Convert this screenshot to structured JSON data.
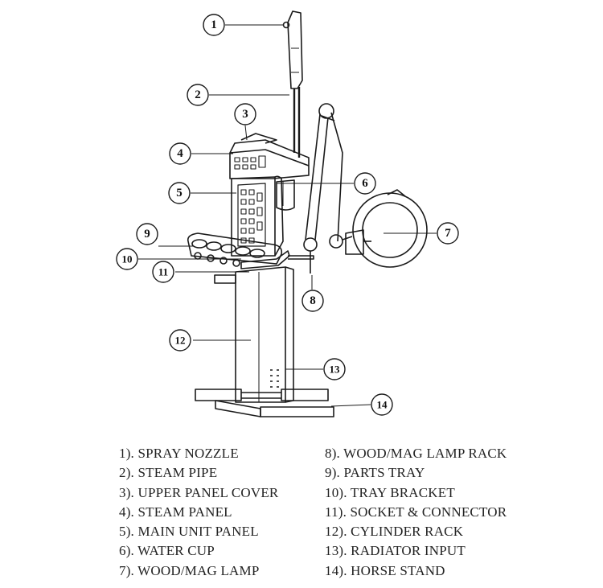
{
  "callouts": [
    {
      "id": 1,
      "label": "1"
    },
    {
      "id": 2,
      "label": "2"
    },
    {
      "id": 3,
      "label": "3"
    },
    {
      "id": 4,
      "label": "4"
    },
    {
      "id": 5,
      "label": "5"
    },
    {
      "id": 6,
      "label": "6"
    },
    {
      "id": 7,
      "label": "7"
    },
    {
      "id": 8,
      "label": "8"
    },
    {
      "id": 9,
      "label": "9"
    },
    {
      "id": 10,
      "label": "10"
    },
    {
      "id": 11,
      "label": "11"
    },
    {
      "id": 12,
      "label": "12"
    },
    {
      "id": 13,
      "label": "13"
    },
    {
      "id": 14,
      "label": "14"
    }
  ],
  "legend": {
    "left": [
      "1). SPRAY NOZZLE",
      "2). STEAM PIPE",
      "3). UPPER PANEL COVER",
      "4). STEAM PANEL",
      "5). MAIN UNIT PANEL",
      "6). WATER CUP",
      "7). WOOD/MAG LAMP"
    ],
    "right": [
      "8). WOOD/MAG LAMP RACK",
      "9). PARTS TRAY",
      "10). TRAY BRACKET",
      "11). SOCKET & CONNECTOR",
      "12). CYLINDER RACK",
      "13). RADIATOR INPUT",
      "14). HORSE STAND"
    ]
  },
  "colors": {
    "line": "#1a1a1a",
    "text": "#222222",
    "background": "#ffffff"
  }
}
